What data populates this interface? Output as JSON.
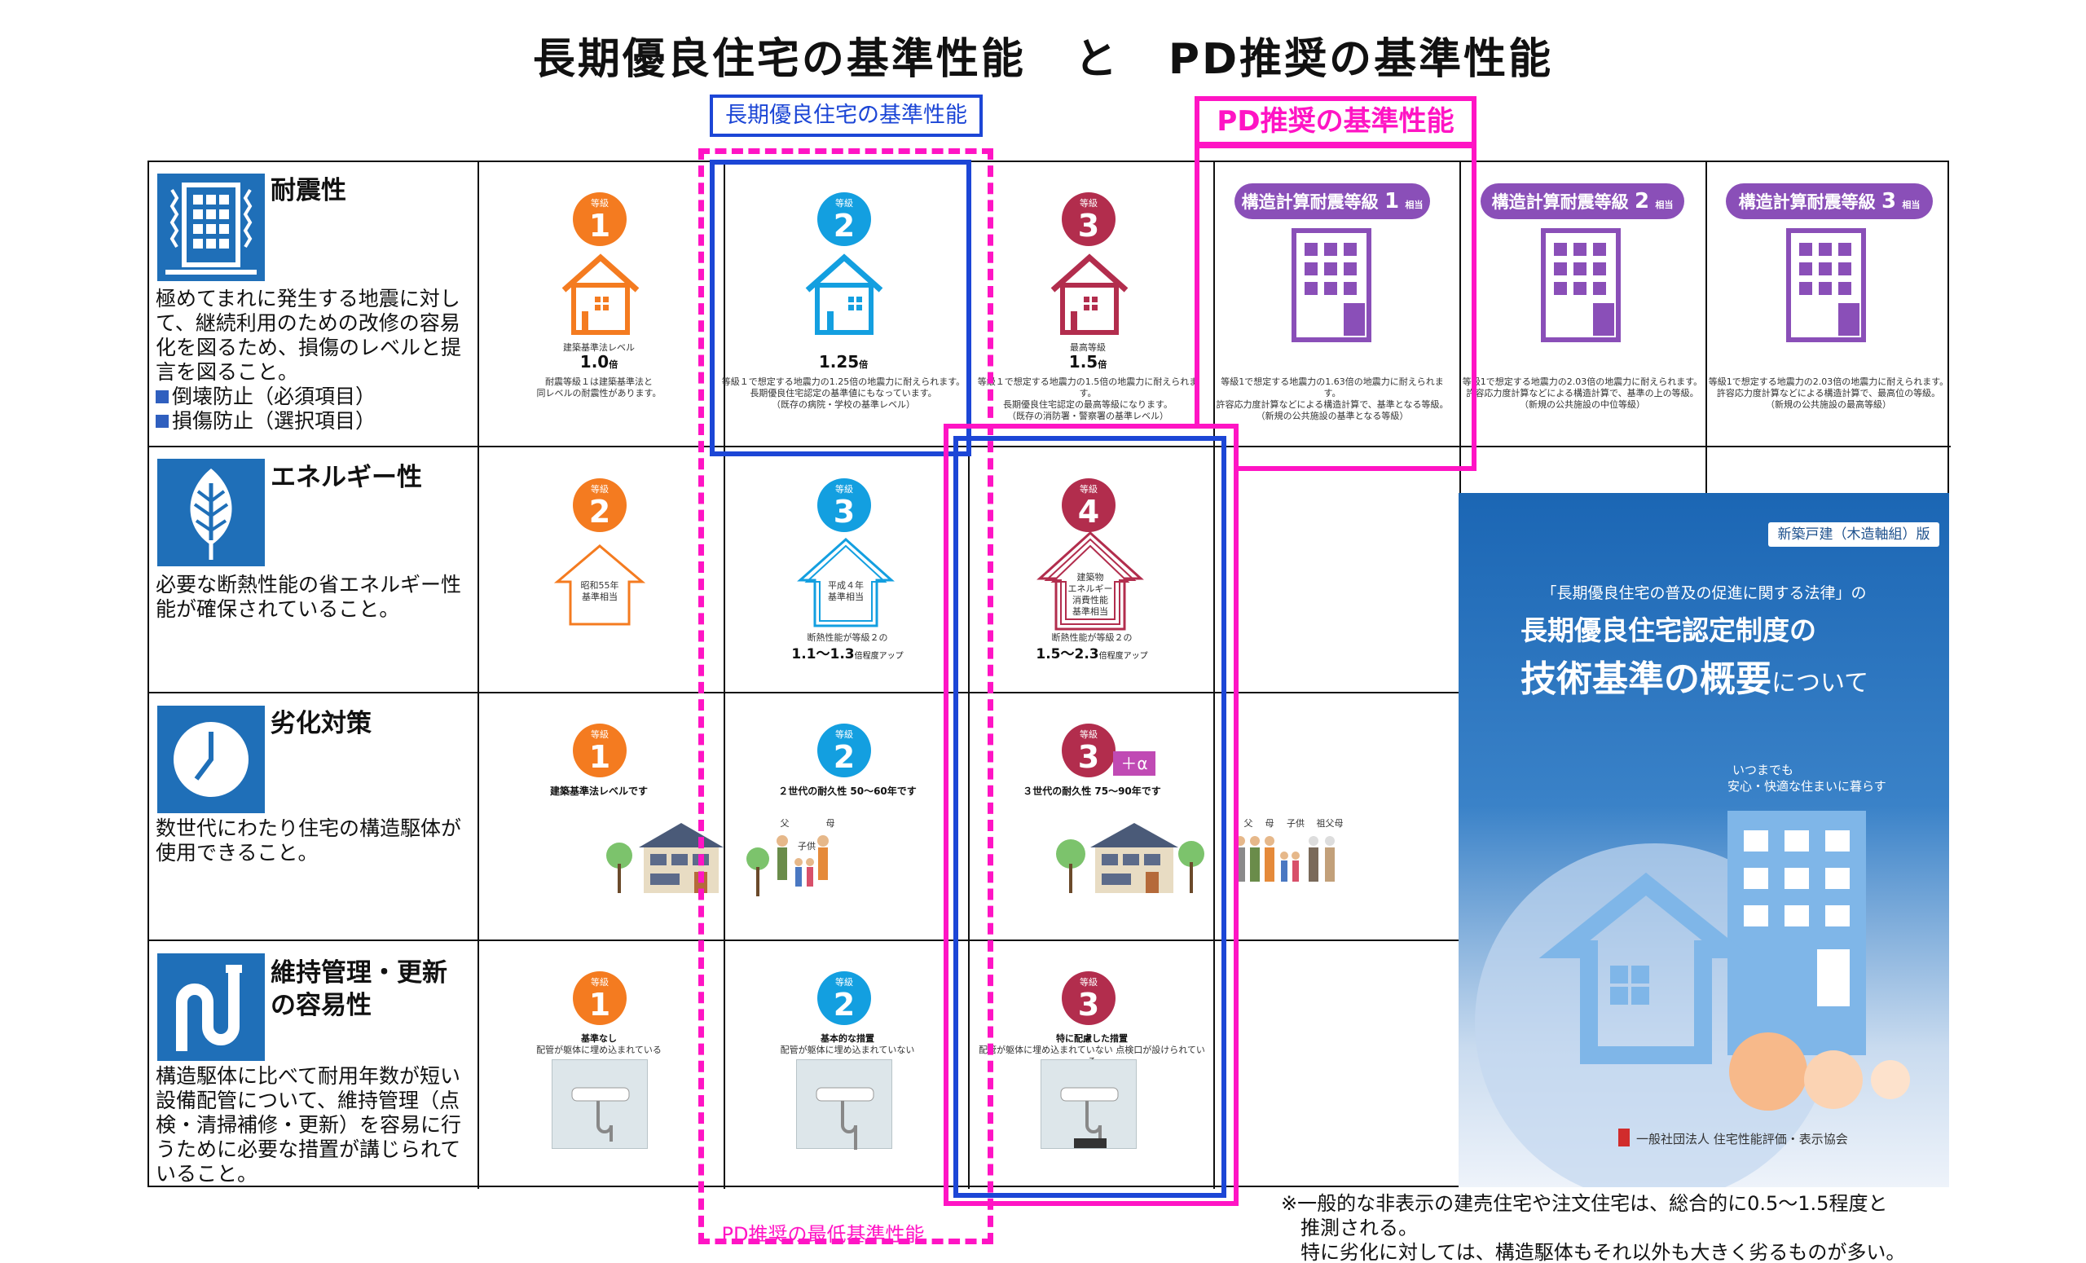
{
  "title": {
    "left": "長期優良住宅の基準性能",
    "mid": "と",
    "right": "PD推奨の基準性能"
  },
  "labels": {
    "long": "長期優良住宅の基準性能",
    "pd": "PD推奨の基準性能",
    "pd_min": "PD推奨の最低基準性能"
  },
  "categories": [
    {
      "title": "耐震性",
      "desc": "極めてまれに発生する地震に対して、継続利用のための改修の容易化を図るため、損傷のレベルと提言を図ること。",
      "b1": "倒壊防止（必須項目）",
      "b2": "損傷防止（選択項目）"
    },
    {
      "title": "エネルギー性",
      "desc": "必要な断熱性能の省エネルギー性能が確保されていること。"
    },
    {
      "title": "劣化対策",
      "desc": "数世代にわたり住宅の構造駆体が使用できること。"
    },
    {
      "title1": "維持管理・更新",
      "title2": "の容易性",
      "desc": "構造駆体に比べて耐用年数が短い設備配管について、維持管理（点検・清掃補修・更新）を容易に行うために必要な措置が講じられていること。"
    }
  ],
  "grade_word": "等級",
  "quake": [
    {
      "n": "1",
      "label": "建築基準法レベル",
      "val": "1.0",
      "unit": "倍",
      "desc1": "耐震等級１は建築基準法と",
      "desc2": "同レベルの耐震性があります。"
    },
    {
      "n": "2",
      "val": "1.25",
      "unit": "倍",
      "desc1": "等級１で想定する地震力の1.25倍の地震力に耐えられます。",
      "desc2": "長期優良住宅認定の基準値にもなっています。",
      "desc3": "（既存の病院・学校の基準レベル）"
    },
    {
      "n": "3",
      "label": "最高等級",
      "val": "1.5",
      "unit": "倍",
      "desc1": "等級１で想定する地震力の1.5倍の地震力に耐えられます。",
      "desc2": "長期優良住宅認定の最高等級になります。",
      "desc3": "（既存の消防署・警察署の基準レベル）"
    }
  ],
  "struct": [
    {
      "label": "構造計算耐震等級",
      "n": "1",
      "suffix": "相当",
      "desc1": "等級1で想定する地震力の1.63倍の地震力に耐えられます。",
      "desc2": "許容応力度計算などによる構造計算で、基準となる等級。",
      "desc3": "（新規の公共施設の基準となる等級）"
    },
    {
      "label": "構造計算耐震等級",
      "n": "2",
      "suffix": "相当",
      "desc1": "等級1で想定する地震力の2.03倍の地震力に耐えられます。",
      "desc2": "許容応力度計算などによる構造計算で、基準の上の等級。",
      "desc3": "（新規の公共施設の中位等級）"
    },
    {
      "label": "構造計算耐震等級",
      "n": "3",
      "suffix": "相当",
      "desc1": "等級1で想定する地震力の2.03倍の地震力に耐えられます。",
      "desc2": "許容応力度計算などによる構造計算で、最高位の等級。",
      "desc3": "（新規の公共施設の最高等級）"
    }
  ],
  "energy": [
    {
      "n": "2",
      "house1": "昭和55年",
      "house2": "基準相当"
    },
    {
      "n": "3",
      "house1": "平成４年",
      "house2": "基準相当",
      "note": "断熱性能が等級２の",
      "val": "1.1〜1.3",
      "suffix": "倍程度アップ"
    },
    {
      "n": "4",
      "house1": "建築物",
      "house2": "エネルギー",
      "house3": "消費性能",
      "house4": "基準相当",
      "note": "断熱性能が等級２の",
      "val": "1.5〜2.3",
      "suffix": "倍程度アップ"
    }
  ],
  "deter": [
    {
      "n": "1",
      "text": "建築基準法レベルです"
    },
    {
      "n": "2",
      "text": "２世代の耐久性 50〜60年です",
      "fam": {
        "father": "父",
        "mother": "母",
        "child": "子供"
      }
    },
    {
      "n": "3",
      "text": "３世代の耐久性 75〜90年です",
      "plus": "＋α",
      "fam": {
        "father": "父",
        "mother": "母",
        "child": "子供",
        "grand": "祖父母"
      }
    }
  ],
  "maint": [
    {
      "n": "1",
      "t1": "基準なし",
      "t2": "配管が躯体に埋め込まれている"
    },
    {
      "n": "2",
      "t1": "基本的な措置",
      "t2": "配管が躯体に埋め込まれていない"
    },
    {
      "n": "3",
      "t1": "特に配慮した措置",
      "t2": "配管が躯体に埋め込まれていない 点検口が設けられている"
    }
  ],
  "cover": {
    "edition": "新築戸建（木造軸組）版",
    "law": "「長期優良住宅の普及の促進に関する法律」の",
    "t1": "長期優良住宅認定制度の",
    "t2": "技術基準の概要",
    "t3": "について",
    "s1": "いつまでも",
    "s2": "安心・快適な住まいに暮らす",
    "org": "一般社団法人 住宅性能評価・表示協会"
  },
  "footnote": {
    "l1": "※一般的な非表示の建売住宅や注文住宅は、総合的に0.5〜1.5程度と",
    "l2": "推測される。",
    "l3": "特に劣化に対しては、構造駆体もそれ以外も大きく劣るものが多い。"
  },
  "colors": {
    "pd_pink": "#ff14c4",
    "long_blue": "#1c46d6",
    "icon_blue": "#1f6fb8",
    "orange": "#f47b20",
    "cyan": "#139fe0",
    "crimson": "#b22d4d",
    "purple": "#8a4fb8"
  }
}
